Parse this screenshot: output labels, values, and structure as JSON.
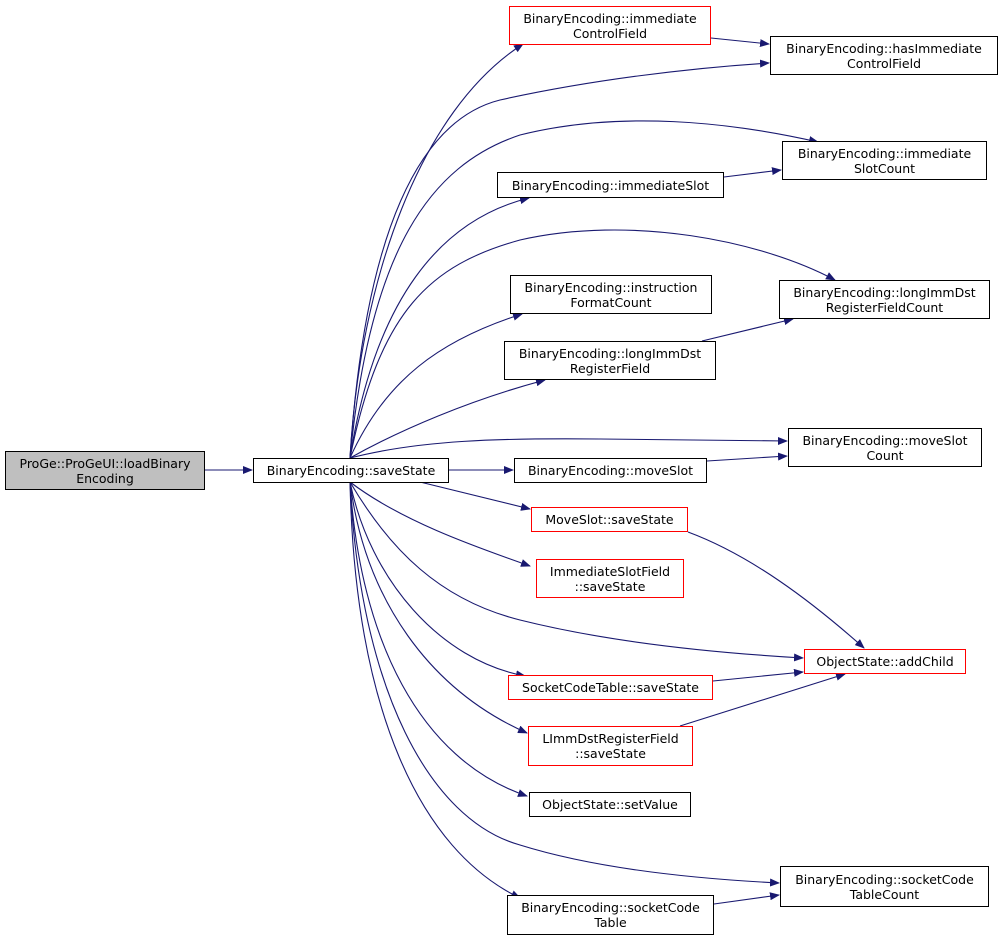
{
  "colors": {
    "edge": "#191970",
    "root_fill": "#bfbfbf",
    "border_black": "#000000",
    "border_red": "#ff0000"
  },
  "nodes": [
    {
      "id": "root",
      "lines": [
        "ProGe::ProGeUI::loadBinary",
        "Encoding"
      ],
      "style": "root"
    },
    {
      "id": "saveState",
      "lines": [
        "BinaryEncoding::saveState"
      ],
      "style": "black"
    },
    {
      "id": "immCtrlField",
      "lines": [
        "BinaryEncoding::immediate",
        "ControlField"
      ],
      "style": "red"
    },
    {
      "id": "hasImmCtrlField",
      "lines": [
        "BinaryEncoding::hasImmediate",
        "ControlField"
      ],
      "style": "black"
    },
    {
      "id": "immSlotCount",
      "lines": [
        "BinaryEncoding::immediate",
        "SlotCount"
      ],
      "style": "black"
    },
    {
      "id": "immSlot",
      "lines": [
        "BinaryEncoding::immediateSlot"
      ],
      "style": "black"
    },
    {
      "id": "instrFmtCount",
      "lines": [
        "BinaryEncoding::instruction",
        "FormatCount"
      ],
      "style": "black"
    },
    {
      "id": "longImmDstRFCount",
      "lines": [
        "BinaryEncoding::longImmDst",
        "RegisterFieldCount"
      ],
      "style": "black"
    },
    {
      "id": "longImmDstRF",
      "lines": [
        "BinaryEncoding::longImmDst",
        "RegisterField"
      ],
      "style": "black"
    },
    {
      "id": "moveSlotCount",
      "lines": [
        "BinaryEncoding::moveSlot",
        "Count"
      ],
      "style": "black"
    },
    {
      "id": "moveSlot",
      "lines": [
        "BinaryEncoding::moveSlot"
      ],
      "style": "black"
    },
    {
      "id": "moveSlotSave",
      "lines": [
        "MoveSlot::saveState"
      ],
      "style": "red"
    },
    {
      "id": "immSlotFieldSave",
      "lines": [
        "ImmediateSlotField",
        "::saveState"
      ],
      "style": "red"
    },
    {
      "id": "addChild",
      "lines": [
        "ObjectState::addChild"
      ],
      "style": "red"
    },
    {
      "id": "sctSave",
      "lines": [
        "SocketCodeTable::saveState"
      ],
      "style": "red"
    },
    {
      "id": "limmSave",
      "lines": [
        "LImmDstRegisterField",
        "::saveState"
      ],
      "style": "red"
    },
    {
      "id": "setValue",
      "lines": [
        "ObjectState::setValue"
      ],
      "style": "black"
    },
    {
      "id": "sctCount",
      "lines": [
        "BinaryEncoding::socketCode",
        "TableCount"
      ],
      "style": "black"
    },
    {
      "id": "sct",
      "lines": [
        "BinaryEncoding::socketCode",
        "Table"
      ],
      "style": "black"
    }
  ],
  "edges": [
    {
      "from": "root",
      "to": "saveState"
    },
    {
      "from": "saveState",
      "to": "immCtrlField"
    },
    {
      "from": "saveState",
      "to": "hasImmCtrlField"
    },
    {
      "from": "saveState",
      "to": "immSlotCount"
    },
    {
      "from": "saveState",
      "to": "immSlot"
    },
    {
      "from": "saveState",
      "to": "longImmDstRFCount"
    },
    {
      "from": "saveState",
      "to": "instrFmtCount"
    },
    {
      "from": "saveState",
      "to": "longImmDstRF"
    },
    {
      "from": "saveState",
      "to": "moveSlotCount"
    },
    {
      "from": "saveState",
      "to": "moveSlot"
    },
    {
      "from": "saveState",
      "to": "moveSlotSave"
    },
    {
      "from": "saveState",
      "to": "immSlotFieldSave"
    },
    {
      "from": "saveState",
      "to": "addChild"
    },
    {
      "from": "saveState",
      "to": "sctSave"
    },
    {
      "from": "saveState",
      "to": "limmSave"
    },
    {
      "from": "saveState",
      "to": "setValue"
    },
    {
      "from": "saveState",
      "to": "sctCount"
    },
    {
      "from": "saveState",
      "to": "sct"
    },
    {
      "from": "immCtrlField",
      "to": "hasImmCtrlField"
    },
    {
      "from": "immSlot",
      "to": "immSlotCount"
    },
    {
      "from": "longImmDstRF",
      "to": "longImmDstRFCount"
    },
    {
      "from": "moveSlot",
      "to": "moveSlotCount"
    },
    {
      "from": "moveSlotSave",
      "to": "addChild"
    },
    {
      "from": "sctSave",
      "to": "addChild"
    },
    {
      "from": "limmSave",
      "to": "addChild"
    },
    {
      "from": "sct",
      "to": "sctCount"
    }
  ]
}
